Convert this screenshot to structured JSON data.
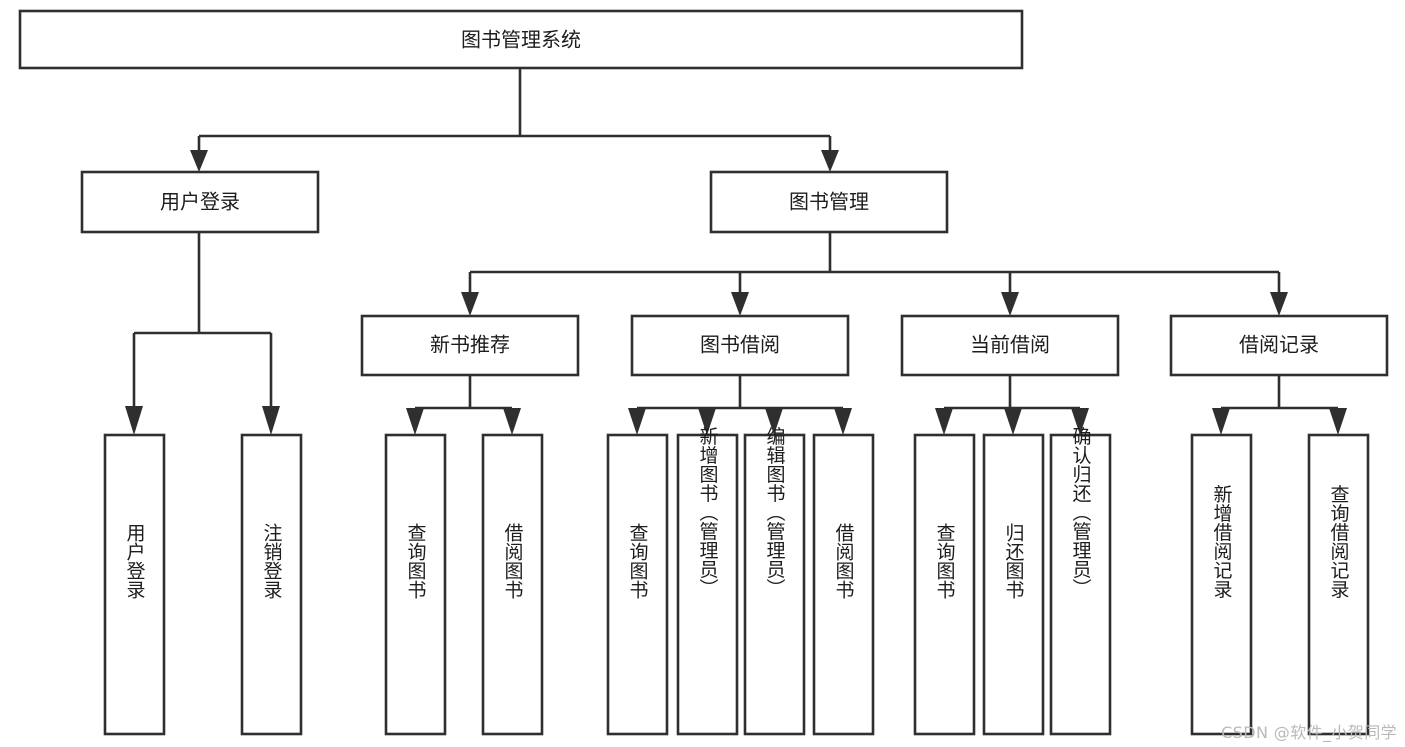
{
  "diagram": {
    "title": "图书管理系统",
    "type": "tree-hierarchy",
    "watermark": "CSDN @软件_小贺同学",
    "colors": {
      "stroke": "#2f2f2f",
      "fill": "#ffffff",
      "text": "#1d1d1d",
      "watermark": "#b9b9b9"
    },
    "root": {
      "label": "图书管理系统"
    },
    "level2": [
      {
        "label": "用户登录"
      },
      {
        "label": "图书管理"
      }
    ],
    "level3": [
      {
        "label": "新书推荐"
      },
      {
        "label": "图书借阅"
      },
      {
        "label": "当前借阅"
      },
      {
        "label": "借阅记录"
      }
    ],
    "leaves": {
      "user_login": [
        {
          "label": "用户登录"
        },
        {
          "label": "注销登录"
        }
      ],
      "new_book_recommend": [
        {
          "label": "查询图书"
        },
        {
          "label": "借阅图书"
        }
      ],
      "book_borrow": [
        {
          "label": "查询图书"
        },
        {
          "label": "新增图书（管理员）"
        },
        {
          "label": "编辑图书（管理员）"
        },
        {
          "label": "借阅图书"
        }
      ],
      "current_borrow": [
        {
          "label": "查询图书"
        },
        {
          "label": "归还图书"
        },
        {
          "label": "确认归还（管理员）"
        }
      ],
      "borrow_record": [
        {
          "label": "新增借阅记录"
        },
        {
          "label": "查询借阅记录"
        }
      ]
    }
  }
}
